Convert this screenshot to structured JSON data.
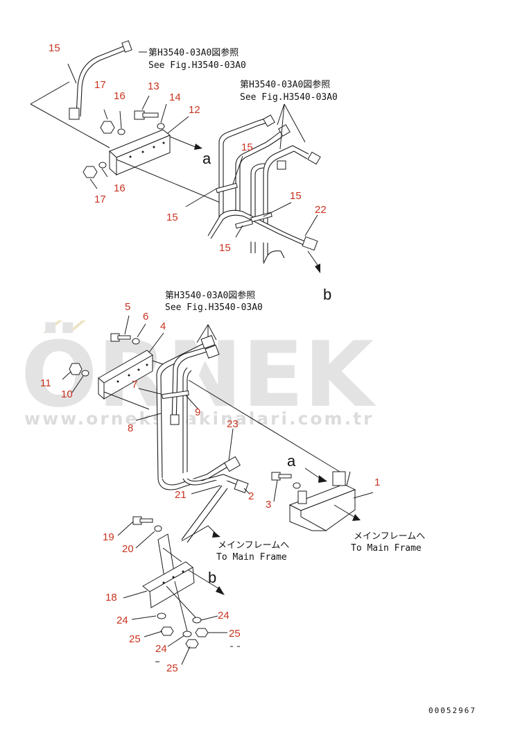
{
  "watermark": {
    "brand": "ÖRNEK",
    "url": "www.orneksmakinalari.com.tr"
  },
  "notes": {
    "ref_jp": "第H3540-03A0図参照",
    "ref_en": "See Fig.H3540-03A0",
    "main_frame_jp": "メインフレームへ",
    "main_frame_en": "To Main Frame"
  },
  "letters": {
    "a": "a",
    "b": "b"
  },
  "callouts": {
    "c1": "1",
    "c2": "2",
    "c3": "3",
    "c4": "4",
    "c5": "5",
    "c6": "6",
    "c7": "7",
    "c8": "8",
    "c9": "9",
    "c10": "10",
    "c11": "11",
    "c12": "12",
    "c13": "13",
    "c14": "14",
    "c15": "15",
    "c16": "16",
    "c17": "17",
    "c18": "18",
    "c19": "19",
    "c20": "20",
    "c21": "21",
    "c22": "22",
    "c23": "23",
    "c24": "24",
    "c25": "25"
  },
  "document_number": "00052967",
  "colors": {
    "callout": "#c8321e",
    "line": "#1a1a1a",
    "watermark": "#e3e3e3"
  }
}
